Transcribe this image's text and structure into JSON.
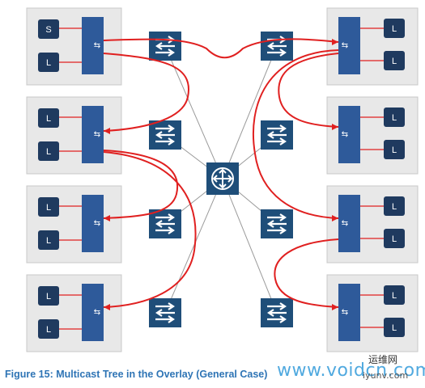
{
  "caption": "Figure 15: Multicast Tree in the Overlay (General Case)",
  "watermark": {
    "site": "www.voidcn.com",
    "brand_cn": "运维网",
    "brand_sub": "iyunv.com"
  },
  "left_hosts": [
    {
      "top_label": "S",
      "bottom_label": "L"
    },
    {
      "top_label": "L",
      "bottom_label": "L"
    },
    {
      "top_label": "L",
      "bottom_label": "L"
    },
    {
      "top_label": "L",
      "bottom_label": "L"
    }
  ],
  "right_hosts": [
    {
      "top_label": "L",
      "bottom_label": "L"
    },
    {
      "top_label": "L",
      "bottom_label": "L"
    },
    {
      "top_label": "L",
      "bottom_label": "L"
    },
    {
      "top_label": "L",
      "bottom_label": "L"
    }
  ],
  "colors": {
    "host_box_fill": "#e8e8e8",
    "vm_fill": "#1f3a5f",
    "vswitch_fill": "#2e5a9a",
    "switch_fill": "#1f4e79",
    "tree_line": "#e02020",
    "link_line": "#9a9a9a",
    "caption": "#2e74b5"
  },
  "icons": {
    "switch": "switch-arrows-icon",
    "core": "core-router-icon",
    "vswitch": "vswitch-arrows-icon"
  }
}
